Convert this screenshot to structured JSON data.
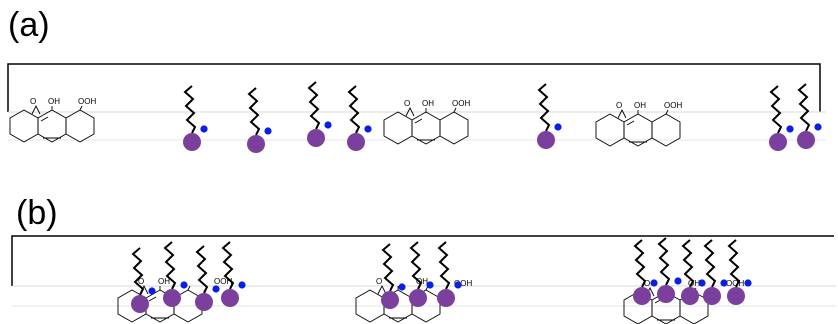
{
  "panels": [
    {
      "label": "(a)",
      "molecule_labels": [
        "O",
        "OH",
        "OOH"
      ]
    },
    {
      "label": "(b)",
      "molecule_labels": [
        "O",
        "OH",
        "OOH"
      ]
    }
  ],
  "colors": {
    "head_group": "#7b3f9e",
    "counterion": "#0a1ee6",
    "frame": "#000000",
    "interface_line": "#d9d9d9",
    "chain": "#000000"
  }
}
